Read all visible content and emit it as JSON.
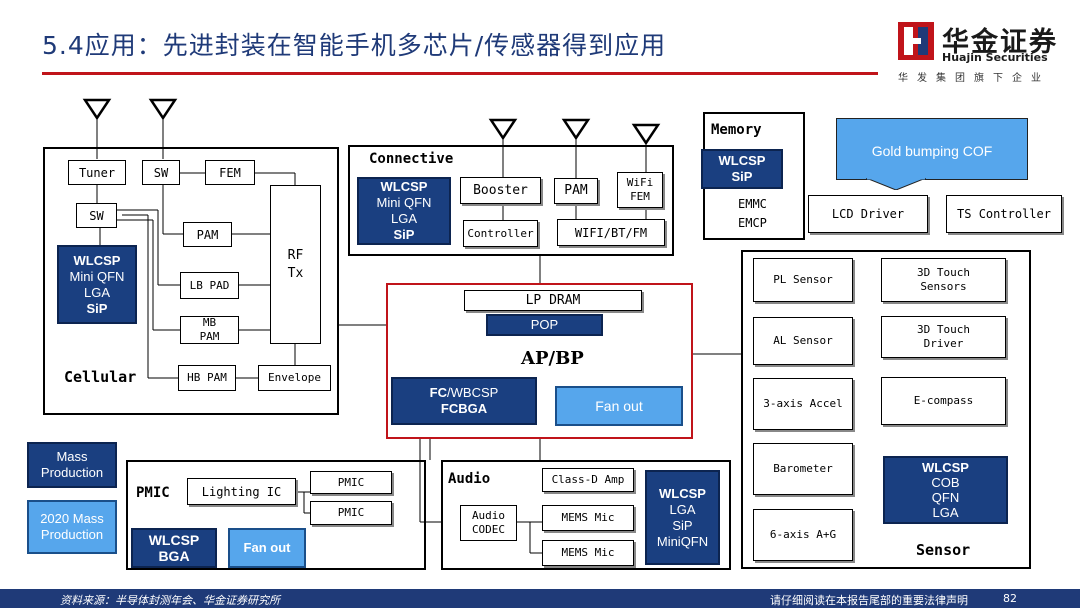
{
  "header": {
    "title": "5.4应用：先进封装在智能手机多芯片/传感器得到应用",
    "logo_cn": "华金证券",
    "logo_en": "Huajin Securities",
    "logo_sub": "华发集团旗下企业"
  },
  "cellular": {
    "title": "Cellular",
    "tuner": "Tuner",
    "sw1": "SW",
    "fem": "FEM",
    "sw2": "SW",
    "pam": "PAM",
    "lb_pad": "LB PAD",
    "mb_pam_1": "MB",
    "mb_pam_2": "PAM",
    "hb_pam": "HB PAM",
    "envelope": "Envelope",
    "rftx_1": "RF",
    "rftx_2": "Tx",
    "pkg": [
      "WLCSP",
      "Mini QFN",
      "LGA",
      "SiP"
    ]
  },
  "connective": {
    "title": "Connective",
    "pkg": [
      "WLCSP",
      "Mini QFN",
      "LGA",
      "SiP"
    ],
    "booster": "Booster",
    "pam": "PAM",
    "wifi_fem_1": "WiFi",
    "wifi_fem_2": "FEM",
    "controller": "Controller",
    "wifi_bt_fm": "WIFI/BT/FM"
  },
  "memory": {
    "title": "Memory",
    "pkg": [
      "WLCSP",
      "SiP"
    ],
    "emmc": "EMMC",
    "emcp": "EMCP"
  },
  "display": {
    "gold_bumping": "Gold bumping COF",
    "lcd_driver": "LCD Driver",
    "ts_controller": "TS Controller"
  },
  "ap": {
    "lp_dram": "LP DRAM",
    "pop": "POP",
    "title": "AP/BP",
    "fc_1": "FC",
    "fc_2": "/WBCSP",
    "fcbga": "FCBGA",
    "fanout": "Fan out"
  },
  "sensor": {
    "title": "Sensor",
    "pl": "PL Sensor",
    "touch_sensors_1": "3D Touch",
    "touch_sensors_2": "Sensors",
    "al": "AL Sensor",
    "touch_driver_1": "3D Touch",
    "touch_driver_2": "Driver",
    "accel": "3-axis Accel",
    "ecompass": "E-compass",
    "barometer": "Barometer",
    "ag": "6-axis A+G",
    "pkg": [
      "WLCSP",
      "COB",
      "QFN",
      "LGA"
    ]
  },
  "legend": {
    "mass": [
      "Mass",
      "Production"
    ],
    "mass2020": [
      "2020 Mass",
      "Production"
    ]
  },
  "pmic": {
    "title": "PMIC",
    "lighting": "Lighting IC",
    "pmic1": "PMIC",
    "pmic2": "PMIC",
    "pkg": [
      "WLCSP",
      "BGA"
    ],
    "fanout": "Fan out"
  },
  "audio": {
    "title": "Audio",
    "codec_1": "Audio",
    "codec_2": "CODEC",
    "classd": "Class-D Amp",
    "mems1": "MEMS Mic",
    "mems2": "MEMS Mic",
    "pkg": [
      "WLCSP",
      "LGA",
      "SiP",
      "MiniQFN"
    ]
  },
  "footer": {
    "source": "资料来源：半导体封测年会、华金证券研究所",
    "notice": "请仔细阅读在本报告尾部的重要法律声明",
    "page": "82"
  },
  "colors": {
    "dark_blue": "#1a3f80",
    "light_blue": "#56a6ec",
    "accent_red": "#c0141a",
    "brand_navy": "#1f3a78"
  }
}
